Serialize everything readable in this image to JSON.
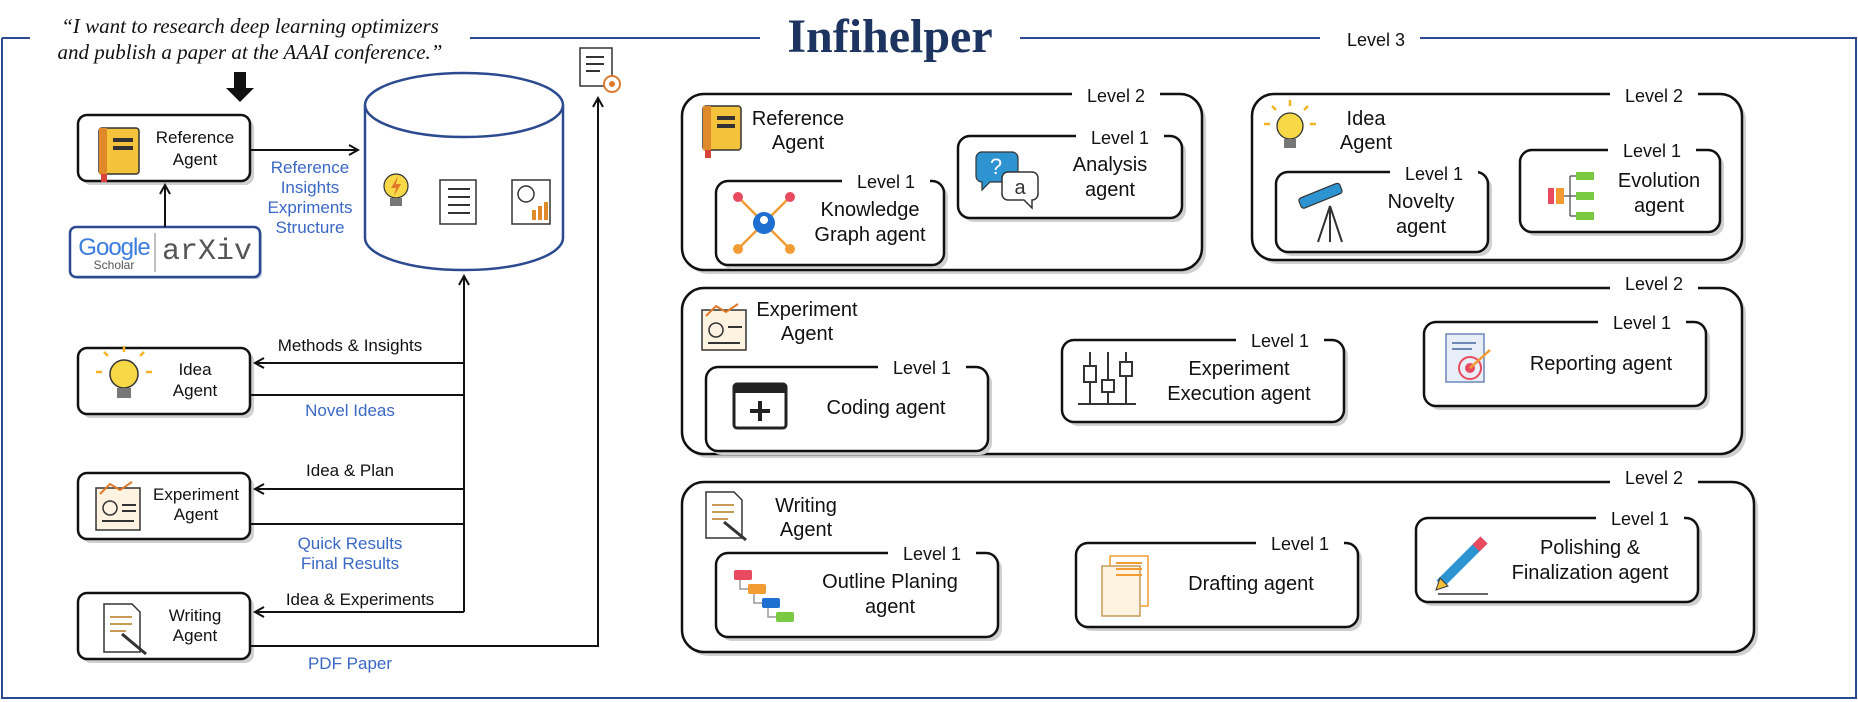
{
  "brand": {
    "title": "Infihelper",
    "quote": [
      "“I want to research deep learning optimizers",
      "and publish a paper at the AAAI conference.”"
    ]
  },
  "left": {
    "reference_agent": [
      "Reference",
      "Agent"
    ],
    "idea_agent": [
      "Idea",
      "Agent"
    ],
    "experiment_agent": [
      "Experiment",
      "Agent"
    ],
    "writing_agent": [
      "Writing",
      "Agent"
    ],
    "sources": {
      "google": "Google",
      "scholar": "Scholar",
      "arxiv": "arXiv"
    },
    "reference_outputs": [
      "Reference",
      "Insights",
      "Expriments",
      "Structure"
    ],
    "methods_insights": "Methods & Insights",
    "novel_ideas": "Novel Ideas",
    "idea_plan": "Idea & Plan",
    "quick_results": "Quick Results",
    "final_results": "Final Results",
    "idea_experiments": "Idea & Experiments",
    "pdf_paper": "PDF Paper"
  },
  "levels": {
    "l1": "Level 1",
    "l2": "Level 2",
    "l3": "Level 3"
  },
  "right": {
    "reference": {
      "title": [
        "Reference",
        "Agent"
      ],
      "kg": [
        "Knowledge",
        "Graph agent"
      ],
      "analysis": [
        "Analysis",
        "agent"
      ]
    },
    "idea": {
      "title": [
        "Idea",
        "Agent"
      ],
      "novelty": [
        "Novelty",
        "agent"
      ],
      "evolution": [
        "Evolution",
        "agent"
      ]
    },
    "experiment": {
      "title": [
        "Experiment",
        "Agent"
      ],
      "coding": "Coding agent",
      "execution": [
        "Experiment",
        "Execution agent"
      ],
      "reporting": "Reporting agent"
    },
    "writing": {
      "title": [
        "Writing",
        "Agent"
      ],
      "outline": [
        "Outline Planing",
        "agent"
      ],
      "drafting": "Drafting agent",
      "polishing": [
        "Polishing &",
        "Finalization agent"
      ]
    }
  }
}
